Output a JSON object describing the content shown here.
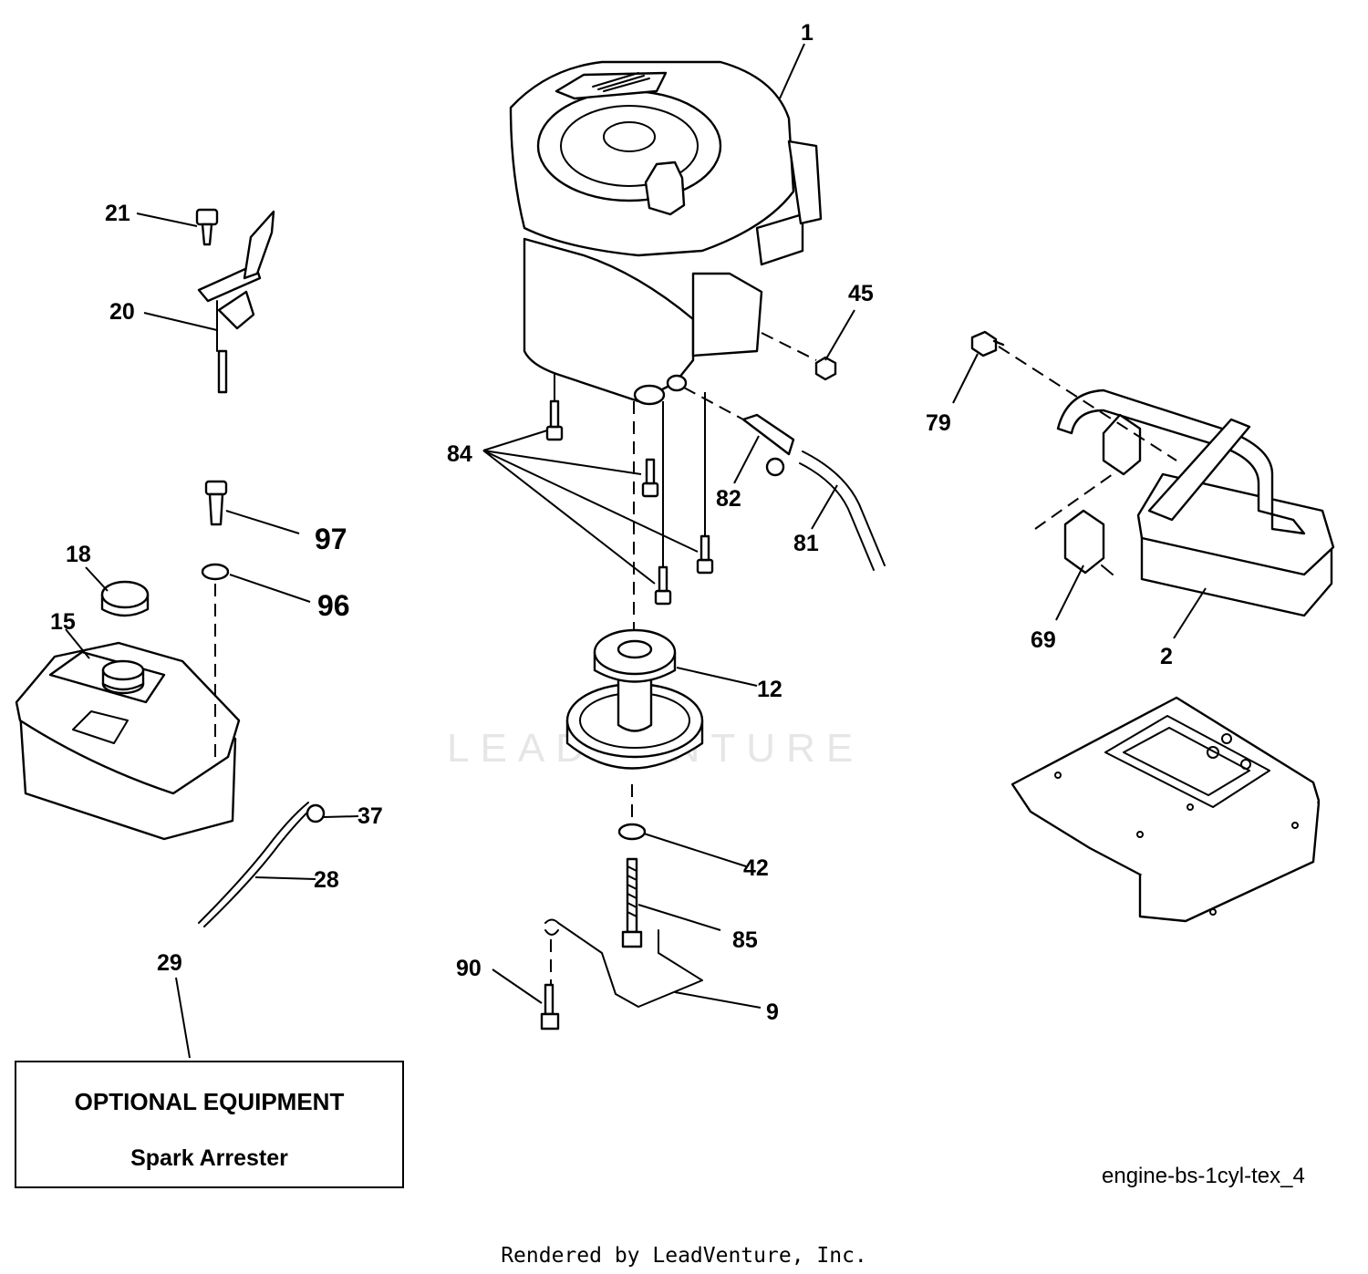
{
  "watermark": "LEADVENTURE",
  "callouts": [
    "1",
    "2",
    "9",
    "12",
    "15",
    "18",
    "20",
    "21",
    "28",
    "29",
    "37",
    "42",
    "45",
    "69",
    "79",
    "81",
    "82",
    "84",
    "85",
    "90",
    "96",
    "97"
  ],
  "optional_box": {
    "title": "OPTIONAL EQUIPMENT",
    "item": "Spark Arrester"
  },
  "diagram_code": "engine-bs-1cyl-tex_4",
  "render_credit": "Rendered by LeadVenture, Inc."
}
